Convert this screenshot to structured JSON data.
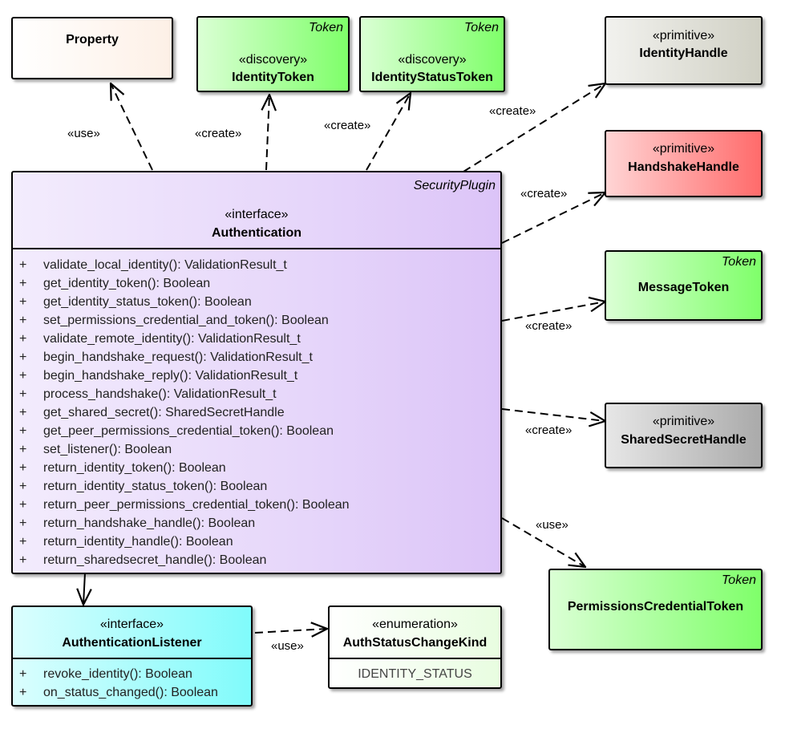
{
  "classes": {
    "property": {
      "name": "Property"
    },
    "identity_token": {
      "context": "Token",
      "stereotype": "«discovery»",
      "name": "IdentityToken"
    },
    "identity_status_token": {
      "context": "Token",
      "stereotype": "«discovery»",
      "name": "IdentityStatusToken"
    },
    "identity_handle": {
      "stereotype": "«primitive»",
      "name": "IdentityHandle"
    },
    "handshake_handle": {
      "stereotype": "«primitive»",
      "name": "HandshakeHandle"
    },
    "message_token": {
      "context": "Token",
      "name": "MessageToken"
    },
    "shared_secret_handle": {
      "stereotype": "«primitive»",
      "name": "SharedSecretHandle"
    },
    "permissions_credential_token": {
      "context": "Token",
      "name": "PermissionsCredentialToken"
    },
    "authentication": {
      "context": "SecurityPlugin",
      "stereotype": "«interface»",
      "name": "Authentication",
      "operations": [
        "validate_local_identity(): ValidationResult_t",
        "get_identity_token(): Boolean",
        "get_identity_status_token(): Boolean",
        "set_permissions_credential_and_token(): Boolean",
        "validate_remote_identity(): ValidationResult_t",
        "begin_handshake_request(): ValidationResult_t",
        "begin_handshake_reply(): ValidationResult_t",
        "process_handshake(): ValidationResult_t",
        "get_shared_secret(): SharedSecretHandle",
        "get_peer_permissions_credential_token(): Boolean",
        "set_listener(): Boolean",
        "return_identity_token(): Boolean",
        "return_identity_status_token(): Boolean",
        "return_peer_permissions_credential_token(): Boolean",
        "return_handshake_handle(): Boolean",
        "return_identity_handle(): Boolean",
        "return_sharedsecret_handle(): Boolean"
      ]
    },
    "authentication_listener": {
      "stereotype": "«interface»",
      "name": "AuthenticationListener",
      "operations": [
        "revoke_identity(): Boolean",
        "on_status_changed(): Boolean"
      ]
    },
    "auth_status_change_kind": {
      "stereotype": "«enumeration»",
      "name": "AuthStatusChangeKind",
      "literals": [
        "IDENTITY_STATUS"
      ]
    }
  },
  "visibility_symbol": "+",
  "relations": {
    "use_property": "«use»",
    "create_identity_token": "«create»",
    "create_identity_status_token": "«create»",
    "create_identity_handle": "«create»",
    "create_handshake_handle": "«create»",
    "create_message_token": "«create»",
    "create_shared_secret_handle": "«create»",
    "use_permissions_credential_token": "«use»",
    "use_auth_status_change_kind": "«use»"
  },
  "colors": {
    "property": "#fdf0e6",
    "token_green": "#7fff6a",
    "identity_handle": "#d0d0c4",
    "handshake_handle": "#ff6b6b",
    "shared_secret_handle": "#aaaaaa",
    "authentication": "#e6d6fa",
    "listener": "#80fbfb",
    "enumeration": "#e8fde0"
  }
}
